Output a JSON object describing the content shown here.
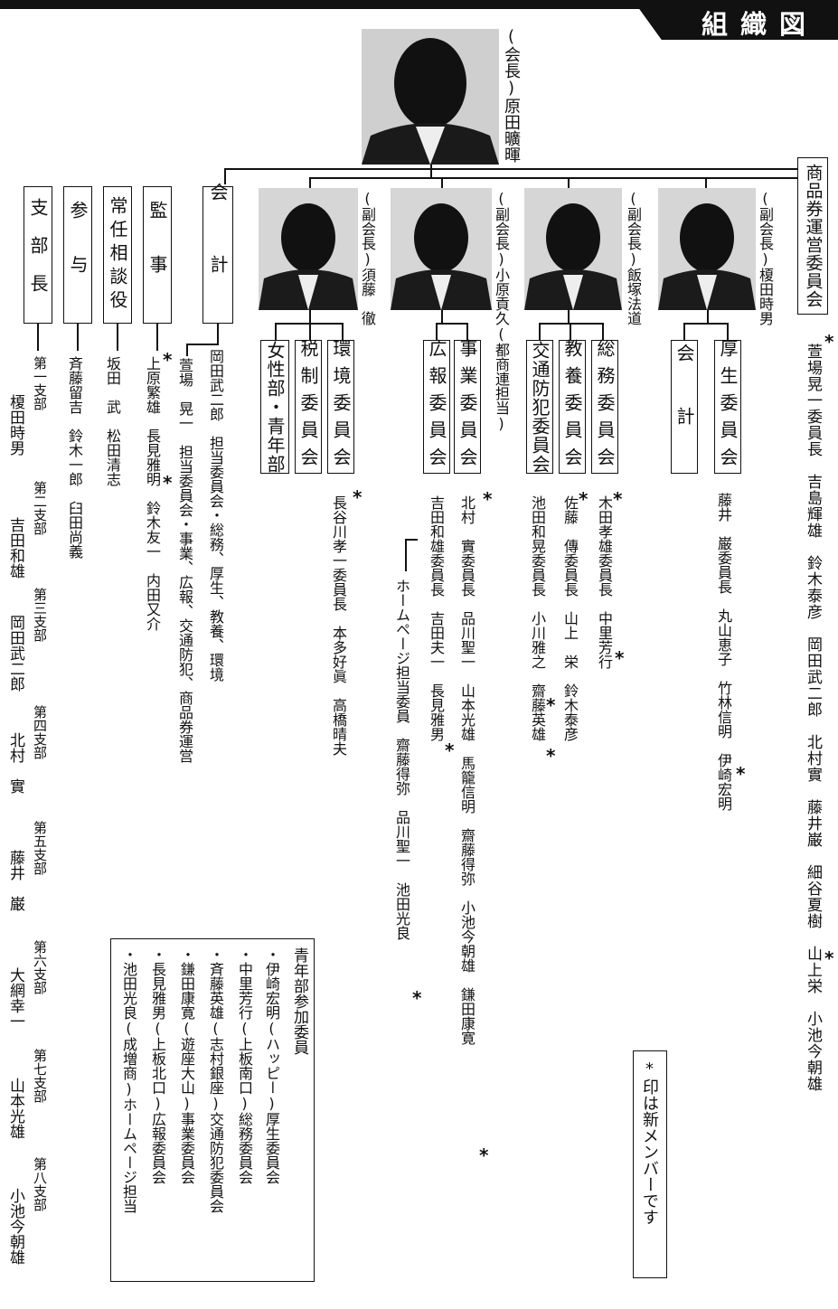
{
  "title": "組織図",
  "president": {
    "label": "(会長)原田曠暉"
  },
  "vps": [
    {
      "label": "(副会長)榎田時男"
    },
    {
      "label": "(副会長)飯塚法道"
    },
    {
      "label": "(副会長)小原貢久(都商連担当)"
    },
    {
      "label": "(副会長)須藤　徹"
    }
  ],
  "shohinken": {
    "box": "商品券運営委員会",
    "members": "萱場晃一委員長　吉島輝雄　鈴木泰彦　岡田武二郎　北村實　藤井巌　細谷夏樹　山上栄　小池今朝雄"
  },
  "committees": {
    "kosei": "厚生委員会",
    "kaikei_kosei": "会計",
    "kosei_line1": "藤井　巌委員長　丸山恵子　竹林信明　伊崎宏明",
    "somu": "総務委員会",
    "kyoyo": "教養委員会",
    "kotsu": "交通防犯委員会",
    "line_a": "木田孝雄委員長　中里芳行",
    "line_b": "佐藤　傳委員長　山上　栄　鈴木泰彦",
    "line_c": "池田和晃委員長　小川雅之　齋藤英雄",
    "jigyo": "事業委員会",
    "koho": "広報委員会",
    "line_d": "北村　實委員長　品川聖一　山本光雄　馬籠信明　齋藤得弥　小池今朝雄　鎌田康寛",
    "line_e": "吉田和雄委員長　吉田夫一　長見雅男",
    "line_f": "ホームページ担当委員　齋藤得弥　品川聖一　池田光良",
    "kankyo": "環境委員会",
    "zeisei": "税制委員会",
    "josei": "女性部・青年部",
    "line_g": "長谷川孝一委員長　本多好眞　高橋晴夫"
  },
  "officers": {
    "kaikei": "会計",
    "kaikei_line1": "岡田武二郎　担当委員会・総務、厚生、教養、環境",
    "kaikei_line2": "萱場　晃一　担当委員会・事業、広報、交通防犯、商品券運営",
    "kanji": "監事",
    "kanji_line": "上原繁雄　長見雅明　鈴木友一　内田又介",
    "jonin": "常任相談役",
    "jonin_line": "坂田　武　松田清志",
    "sanyo": "参与",
    "sanyo_line": "斉藤留吉　鈴木一郎　臼田尚義",
    "shibucho": "支部長"
  },
  "branches": [
    {
      "name": "第一支部",
      "person": "榎田時男"
    },
    {
      "name": "第二支部",
      "person": "吉田和雄"
    },
    {
      "name": "第三支部",
      "person": "岡田武二郎"
    },
    {
      "name": "第四支部",
      "person": "北村　實"
    },
    {
      "name": "第五支部",
      "person": "藤井　巌"
    },
    {
      "name": "第六支部",
      "person": "大網幸一"
    },
    {
      "name": "第七支部",
      "person": "山本光雄"
    },
    {
      "name": "第八支部",
      "person": "小池今朝雄"
    }
  ],
  "youth": {
    "heading": "青年部参加委員",
    "items": [
      "・伊崎宏明(ハッピー)厚生委員会",
      "・中里芳行(上板南口)総務委員会",
      "・斉藤英雄(志村銀座)交通防犯委員会",
      "・鎌田康寛(遊座大山)事業委員会",
      "・長見雅男(上板北口)広報委員会",
      "・池田光良(成増商)ホームページ担当"
    ]
  },
  "note": "*印は新メンバーです",
  "star": "*"
}
